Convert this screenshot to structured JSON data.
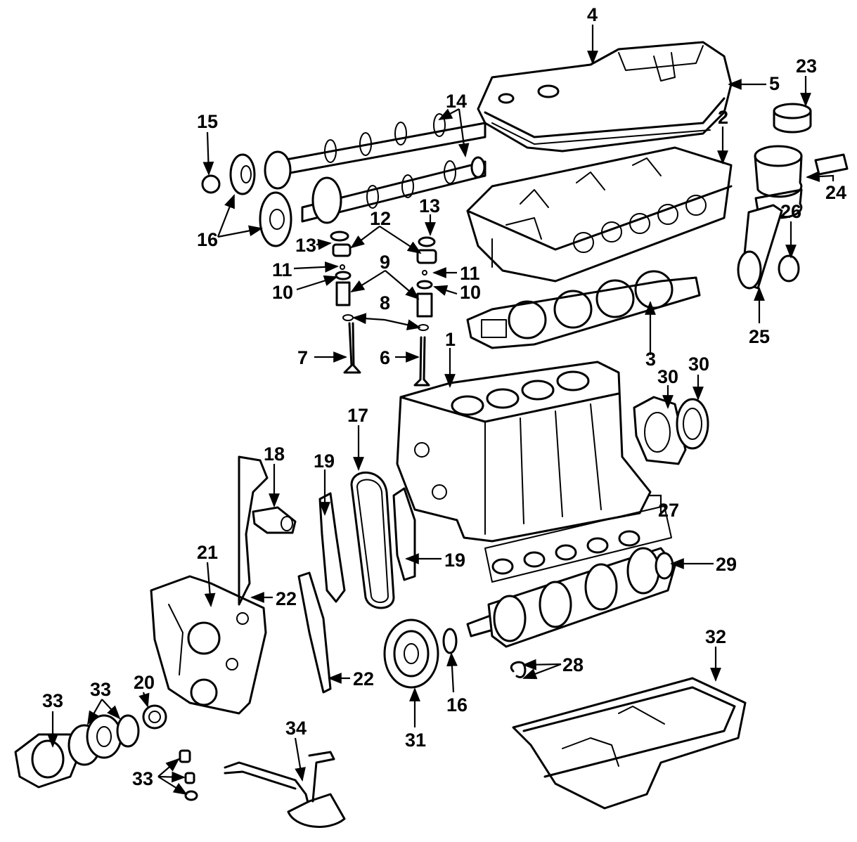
{
  "callouts": {
    "c1": "1",
    "c2": "2",
    "c3": "3",
    "c4": "4",
    "c5": "5",
    "c6": "6",
    "c7": "7",
    "c8": "8",
    "c9": "9",
    "c10a": "10",
    "c10b": "10",
    "c11a": "11",
    "c11b": "11",
    "c12": "12",
    "c13a": "13",
    "c13b": "13",
    "c14": "14",
    "c15": "15",
    "c16a": "16",
    "c16b": "16",
    "c17": "17",
    "c18": "18",
    "c19a": "19",
    "c19b": "19",
    "c20": "20",
    "c21": "21",
    "c22a": "22",
    "c22b": "22",
    "c23": "23",
    "c24": "24",
    "c25": "25",
    "c26": "26",
    "c27": "27",
    "c28": "28",
    "c29": "29",
    "c30a": "30",
    "c30b": "30",
    "c31": "31",
    "c32": "32",
    "c33a": "33",
    "c33b": "33",
    "c33c": "33",
    "c34": "34"
  }
}
